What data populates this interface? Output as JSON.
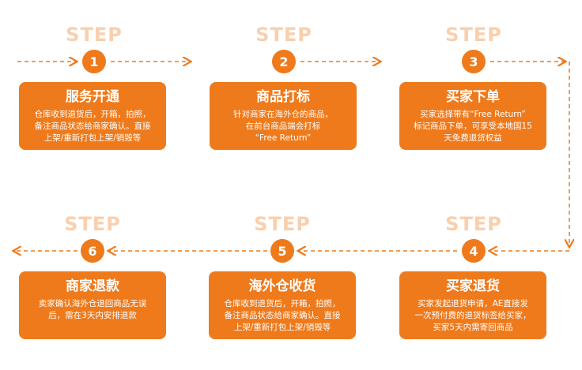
{
  "step_label": "STEP",
  "steps": [
    {
      "num": "1",
      "title": "服务开通",
      "desc": "仓库收到退货后，开箱，拍照，\n备注商品状态给商家确认。直接\n上架/重新打包上架/销毁等"
    },
    {
      "num": "2",
      "title": "商品打标",
      "desc": "针对商家在海外仓的商品，\n在前台商品端会打标\n“Free Return”"
    },
    {
      "num": "3",
      "title": "买家下单",
      "desc": "买家选择带有“Free Return”\n标记商品下单，可享受本地国15\n天免费退货权益"
    },
    {
      "num": "4",
      "title": "买家退货",
      "desc": "买家发起退货申请，AE直接发\n一次预付费的退货标签给买家，\n买家5天内需寄回商品"
    },
    {
      "num": "5",
      "title": "海外仓收货",
      "desc": "仓库收到退货后，开箱，拍照，\n备注商品状态给商家确认。直接\n上架/重新打包上架/销毁等"
    },
    {
      "num": "6",
      "title": "商家退款",
      "desc": "卖家确认海外仓退回商品无误\n后，需在3天内安排退款"
    }
  ],
  "colors": {
    "accent": "#ee7a1c",
    "step_text": "#f9cfad",
    "card_text": "#ffffff"
  }
}
